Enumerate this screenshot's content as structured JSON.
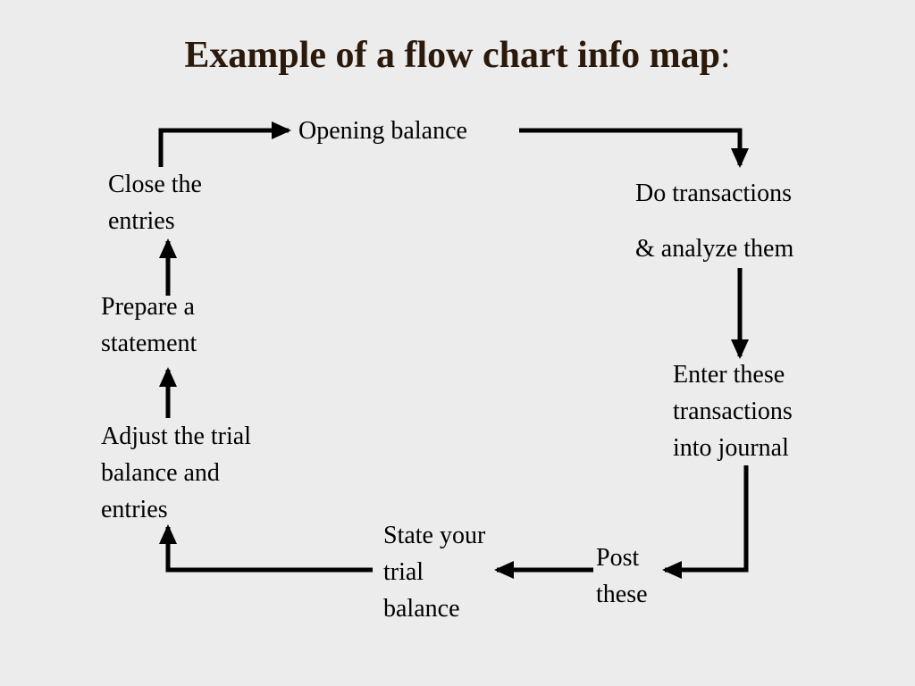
{
  "title": {
    "text": "Example of a flow chart info map",
    "colon": ":"
  },
  "nodes": {
    "opening": [
      "Opening balance"
    ],
    "transactions": [
      "Do transactions",
      "& analyze them"
    ],
    "journal": [
      "Enter these",
      "transactions",
      "into journal"
    ],
    "post": [
      "Post",
      "these"
    ],
    "trial": [
      "State your",
      "trial",
      "balance"
    ],
    "adjust": [
      "Adjust the trial",
      "balance and",
      "entries"
    ],
    "statement": [
      "Prepare a",
      "statement"
    ],
    "close": [
      "Close the",
      "entries"
    ]
  },
  "colors": {
    "arrow": "#000000",
    "title": "#2b1a0c",
    "background": "#ececec"
  }
}
